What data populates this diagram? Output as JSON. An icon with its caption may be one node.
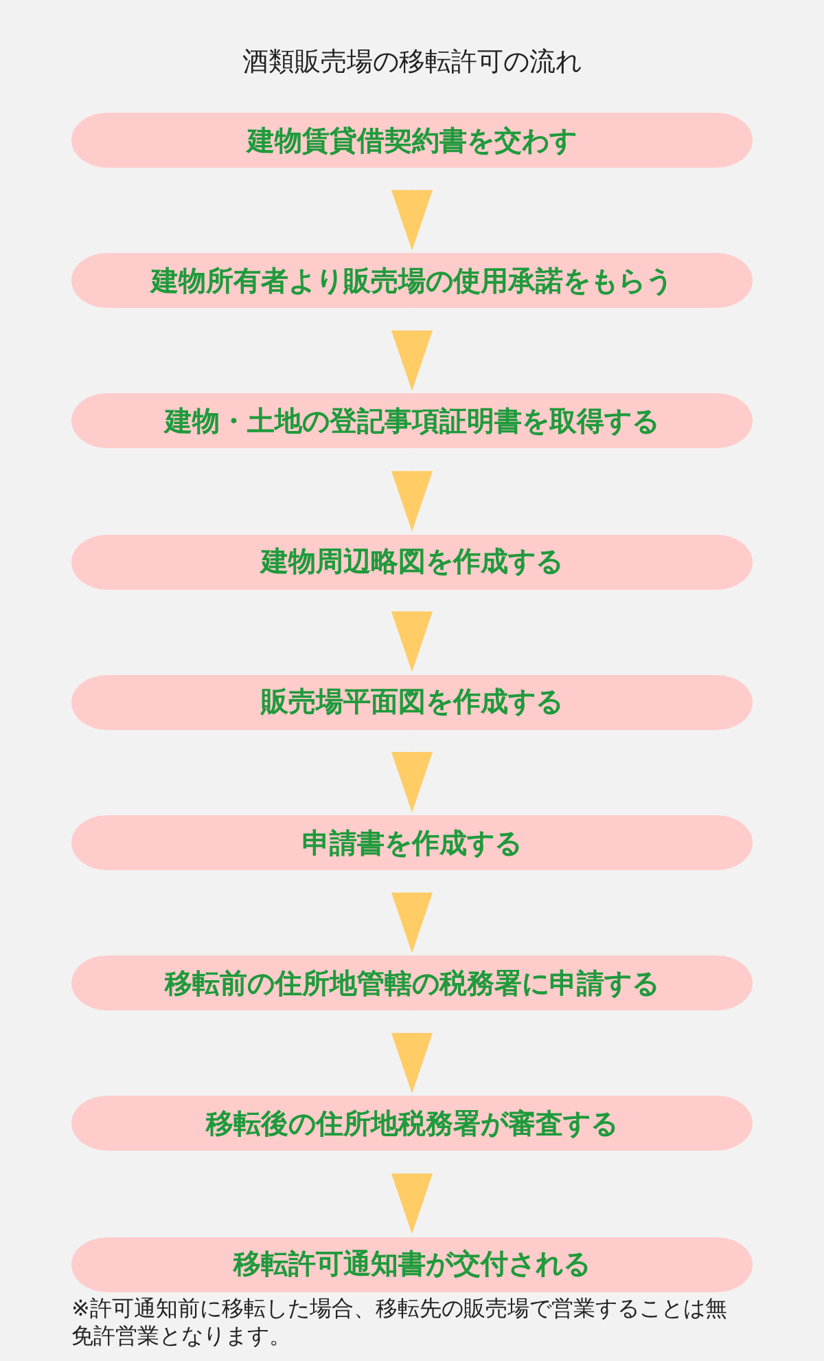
{
  "diagram": {
    "title": "酒類販売場の移転許可の流れ",
    "nodes": [
      {
        "text": [
          "建物賃貸借契約書を交わす"
        ]
      },
      {
        "text": [
          "建物所有者より販売場の使用承諾をもらう"
        ]
      },
      {
        "text": [
          "建物・土地の登記事項証明書を取得する"
        ]
      },
      {
        "text": [
          "建物周辺略図を作成する"
        ]
      },
      {
        "text": [
          "販売場平面図を作成する"
        ]
      },
      {
        "text": [
          "申請書を作成する"
        ]
      },
      {
        "text": [
          "移転前の住所地管轄の税務署に申請する"
        ]
      },
      {
        "text": [
          "移転後の住所地税務署が審査する"
        ]
      },
      {
        "text": [
          "移転許可通知書が交付される"
        ]
      }
    ],
    "edges": [
      {
        "from": 0,
        "to": 1,
        "arrow": "to"
      },
      {
        "from": 1,
        "to": 2,
        "arrow": "to"
      },
      {
        "from": 2,
        "to": 3,
        "arrow": "to"
      },
      {
        "from": 3,
        "to": 4,
        "arrow": "to"
      },
      {
        "from": 4,
        "to": 5,
        "arrow": "to"
      },
      {
        "from": 5,
        "to": 6,
        "arrow": "to"
      },
      {
        "from": 6,
        "to": 7,
        "arrow": "to"
      },
      {
        "from": 7,
        "to": 8,
        "arrow": "to"
      }
    ],
    "labels": [
      "※許可通知前に移転した場合、移転先の販売場で営業することは無免許営業となります。"
    ]
  }
}
